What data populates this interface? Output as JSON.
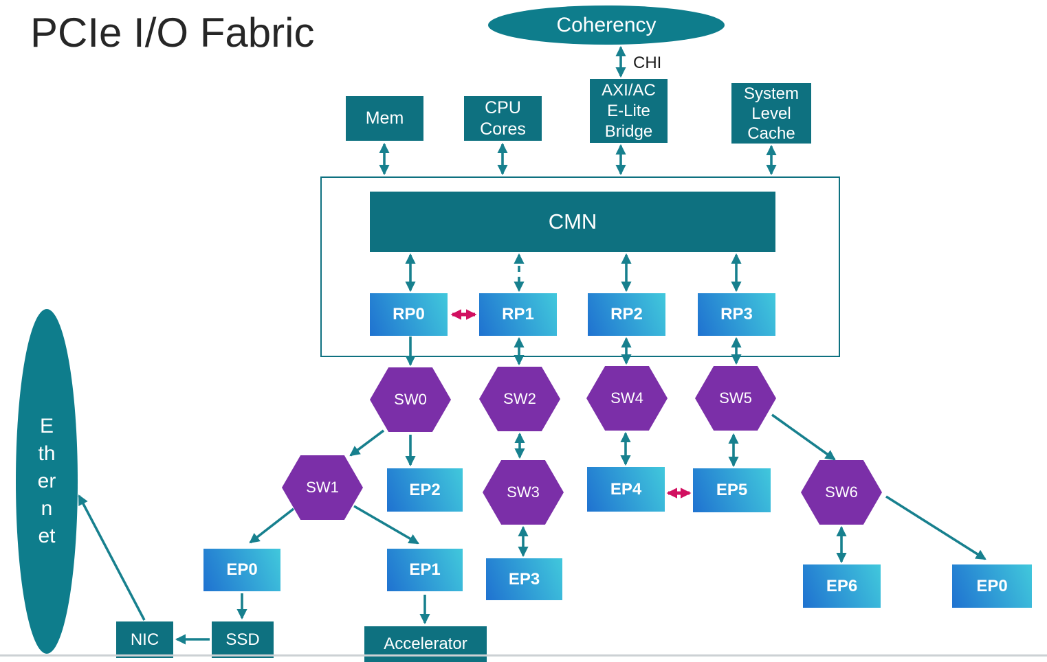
{
  "title": "PCIe I/O Fabric",
  "coherency": {
    "label": "Coherency",
    "bus_label": "CHI"
  },
  "system_blocks": {
    "mem": "Mem",
    "cpu_cores": "CPU\nCores",
    "axi_bridge": "AXI/AC\nE-Lite\nBridge",
    "system_level_cache": "System\nLevel\nCache"
  },
  "fabric": {
    "cmn": "CMN",
    "root_ports": [
      {
        "label": "RP0"
      },
      {
        "label": "RP1"
      },
      {
        "label": "RP2"
      },
      {
        "label": "RP3"
      }
    ]
  },
  "switches": [
    {
      "label": "SW0"
    },
    {
      "label": "SW1"
    },
    {
      "label": "SW2"
    },
    {
      "label": "SW3"
    },
    {
      "label": "SW4"
    },
    {
      "label": "SW5"
    },
    {
      "label": "SW6"
    }
  ],
  "endpoints": [
    {
      "label": "EP0"
    },
    {
      "label": "EP1"
    },
    {
      "label": "EP2"
    },
    {
      "label": "EP3"
    },
    {
      "label": "EP4"
    },
    {
      "label": "EP5"
    },
    {
      "label": "EP6"
    },
    {
      "label": "EP0"
    }
  ],
  "peripherals": {
    "nic": "NIC",
    "ssd": "SSD",
    "accelerator": "Accelerator",
    "ethernet": "E\nth\ner\nn\net"
  },
  "colors": {
    "teal-box": "#0e7180",
    "teal-ellipse": "#0e7d8c",
    "arrow-teal": "#17808e",
    "purple": "#7b2fa8",
    "accent-red": "#d11060",
    "grad-blue": "#1f72d0",
    "grad-cyan": "#41c8dc",
    "title-color": "#262626"
  }
}
